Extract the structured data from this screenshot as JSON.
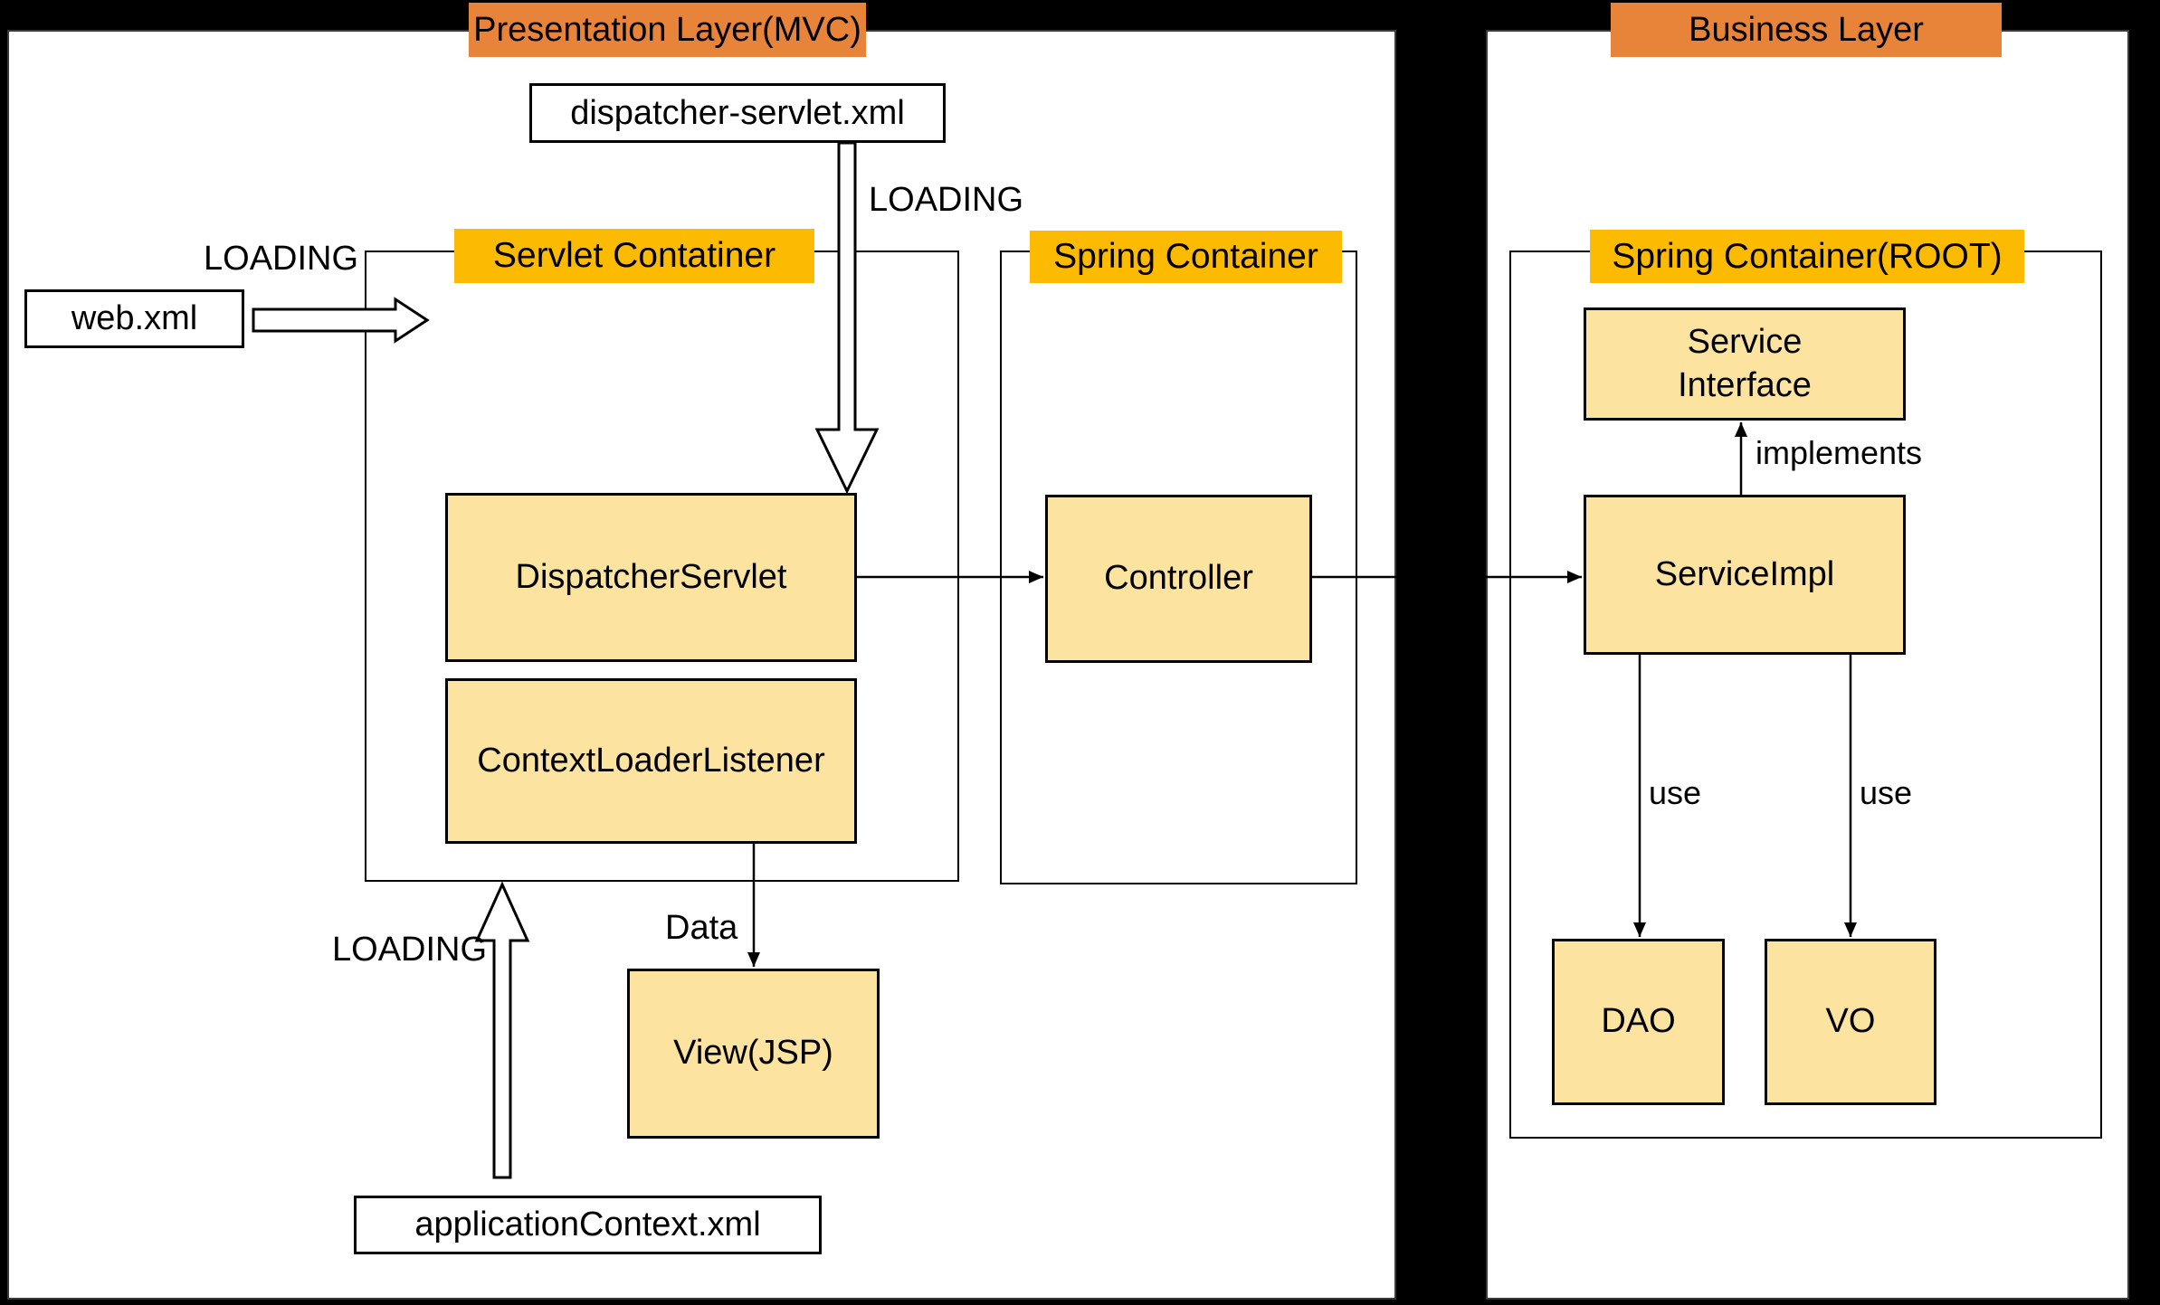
{
  "colors": {
    "background": "#000000",
    "panel": "#FFFFFF",
    "layer_tab_orange": "#E8833A",
    "container_label_gold": "#FCBA00",
    "component_fill": "#FCE3A0",
    "line": "#000000",
    "text": "#000000"
  },
  "layer_tabs": {
    "presentation": "Presentation Layer(MVC)",
    "business": "Business Layer"
  },
  "containers": {
    "servlet": "Servlet Contatiner",
    "spring": "Spring Container",
    "spring_root": "Spring Container(ROOT)"
  },
  "files": {
    "dispatcher_servlet_xml": "dispatcher-servlet.xml",
    "web_xml": "web.xml",
    "application_context_xml": "applicationContext.xml"
  },
  "components": {
    "dispatcher_servlet": "DispatcherServlet",
    "context_loader_listener": "ContextLoaderListener",
    "view_jsp": "View(JSP)",
    "controller": "Controller",
    "service_interface": "Service\nInterface",
    "service_impl": "ServiceImpl",
    "dao": "DAO",
    "vo": "VO"
  },
  "annotations": {
    "loading_web_xml": "LOADING",
    "loading_dispatcher_xml": "LOADING",
    "loading_application_context": "LOADING",
    "data": "Data",
    "implements": "implements",
    "use_dao": "use",
    "use_vo": "use"
  }
}
